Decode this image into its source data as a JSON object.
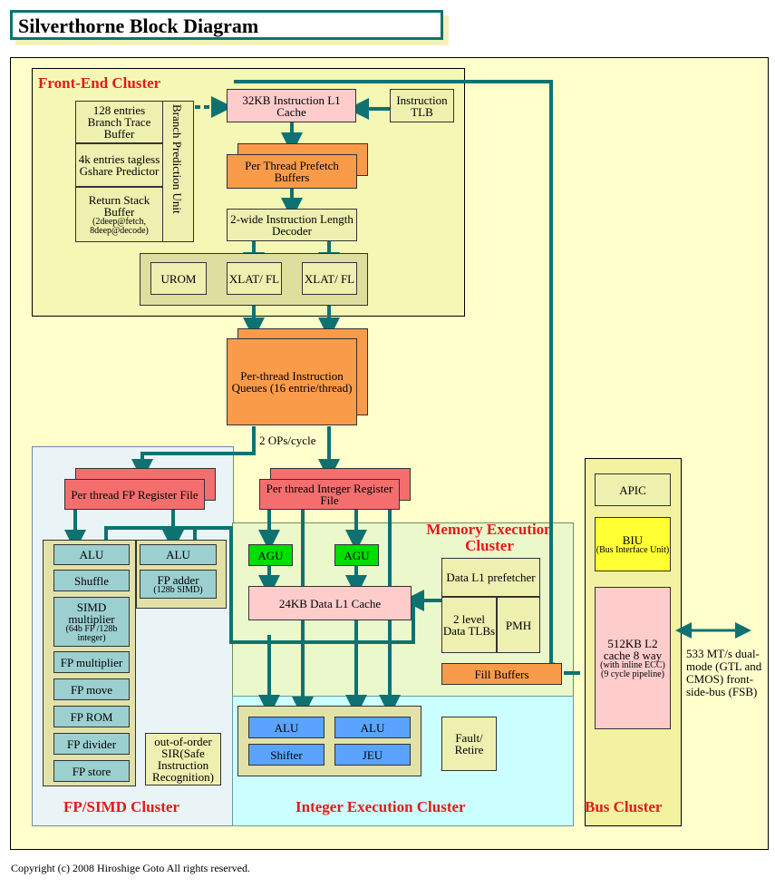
{
  "title": "Silverthorne Block Diagram",
  "clusters": {
    "front_end": "Front-End Cluster",
    "fp_simd": "FP/SIMD Cluster",
    "memory": "Memory Execution Cluster",
    "integer": "Integer Execution Cluster",
    "bus": "Bus Cluster"
  },
  "blocks": {
    "icache": "32KB Instruction L1 Cache",
    "itlb": "Instruction TLB",
    "branch_trace": "128 entries Branch Trace Buffer",
    "gshare": "4k entries tagless Gshare Predictor",
    "return_stack": "Return Stack Buffer",
    "return_stack_note": "(2deep@fetch, 8deep@decode)",
    "branch_unit": "Branch Prediction Unit",
    "prefetch": "Per Thread Prefetch Buffers",
    "decoder": "2-wide Instruction Length Decoder",
    "urom": "UROM",
    "xlat1": "XLAT/ FL",
    "xlat2": "XLAT/ FL",
    "queues": "Per-thread Instruction Queues (16 entrie/thread)",
    "ops": "2 OPs/cycle",
    "fp_regfile": "Per thread FP Register File",
    "int_regfile": "Per thread Integer Register File",
    "fp_alu": "ALU",
    "shuffle": "Shuffle",
    "simd_mult": "SIMD multiplier",
    "simd_mult_note": "(64b FP /128b integer)",
    "fp_mult": "FP multiplier",
    "fp_move": "FP move",
    "fp_rom": "FP ROM",
    "fp_divider": "FP divider",
    "fp_store": "FP store",
    "fp_alu2": "ALU",
    "fp_adder": "FP adder",
    "fp_adder_note": "(128b SIMD)",
    "ooo": "out-of-order SIR(Safe Instruction Recognition)",
    "agu1": "AGU",
    "agu2": "AGU",
    "dcache": "24KB Data L1 Cache",
    "prefetcher": "Data L1 prefetcher",
    "dtlb": "2 level Data TLBs",
    "pmh": "PMH",
    "fill": "Fill Buffers",
    "int_alu1": "ALU",
    "int_alu2": "ALU",
    "shifter": "Shifter",
    "jeu": "JEU",
    "fault": "Fault/ Retire",
    "apic": "APIC",
    "biu": "BIU",
    "biu_note": "(Bus Interface Unit)",
    "l2": "512KB L2 cache 8 way",
    "l2_note": "(with inline ECC)",
    "l2_note2": "(9 cycle pipeline)",
    "fsb": "533 MT/s dual-mode (GTL and CMOS) front-side-bus (FSB)"
  },
  "copyright": "Copyright (c) 2008 Hiroshige Goto All rights reserved.",
  "colors": {
    "wire": "#0f7272",
    "label": "#e61919"
  }
}
